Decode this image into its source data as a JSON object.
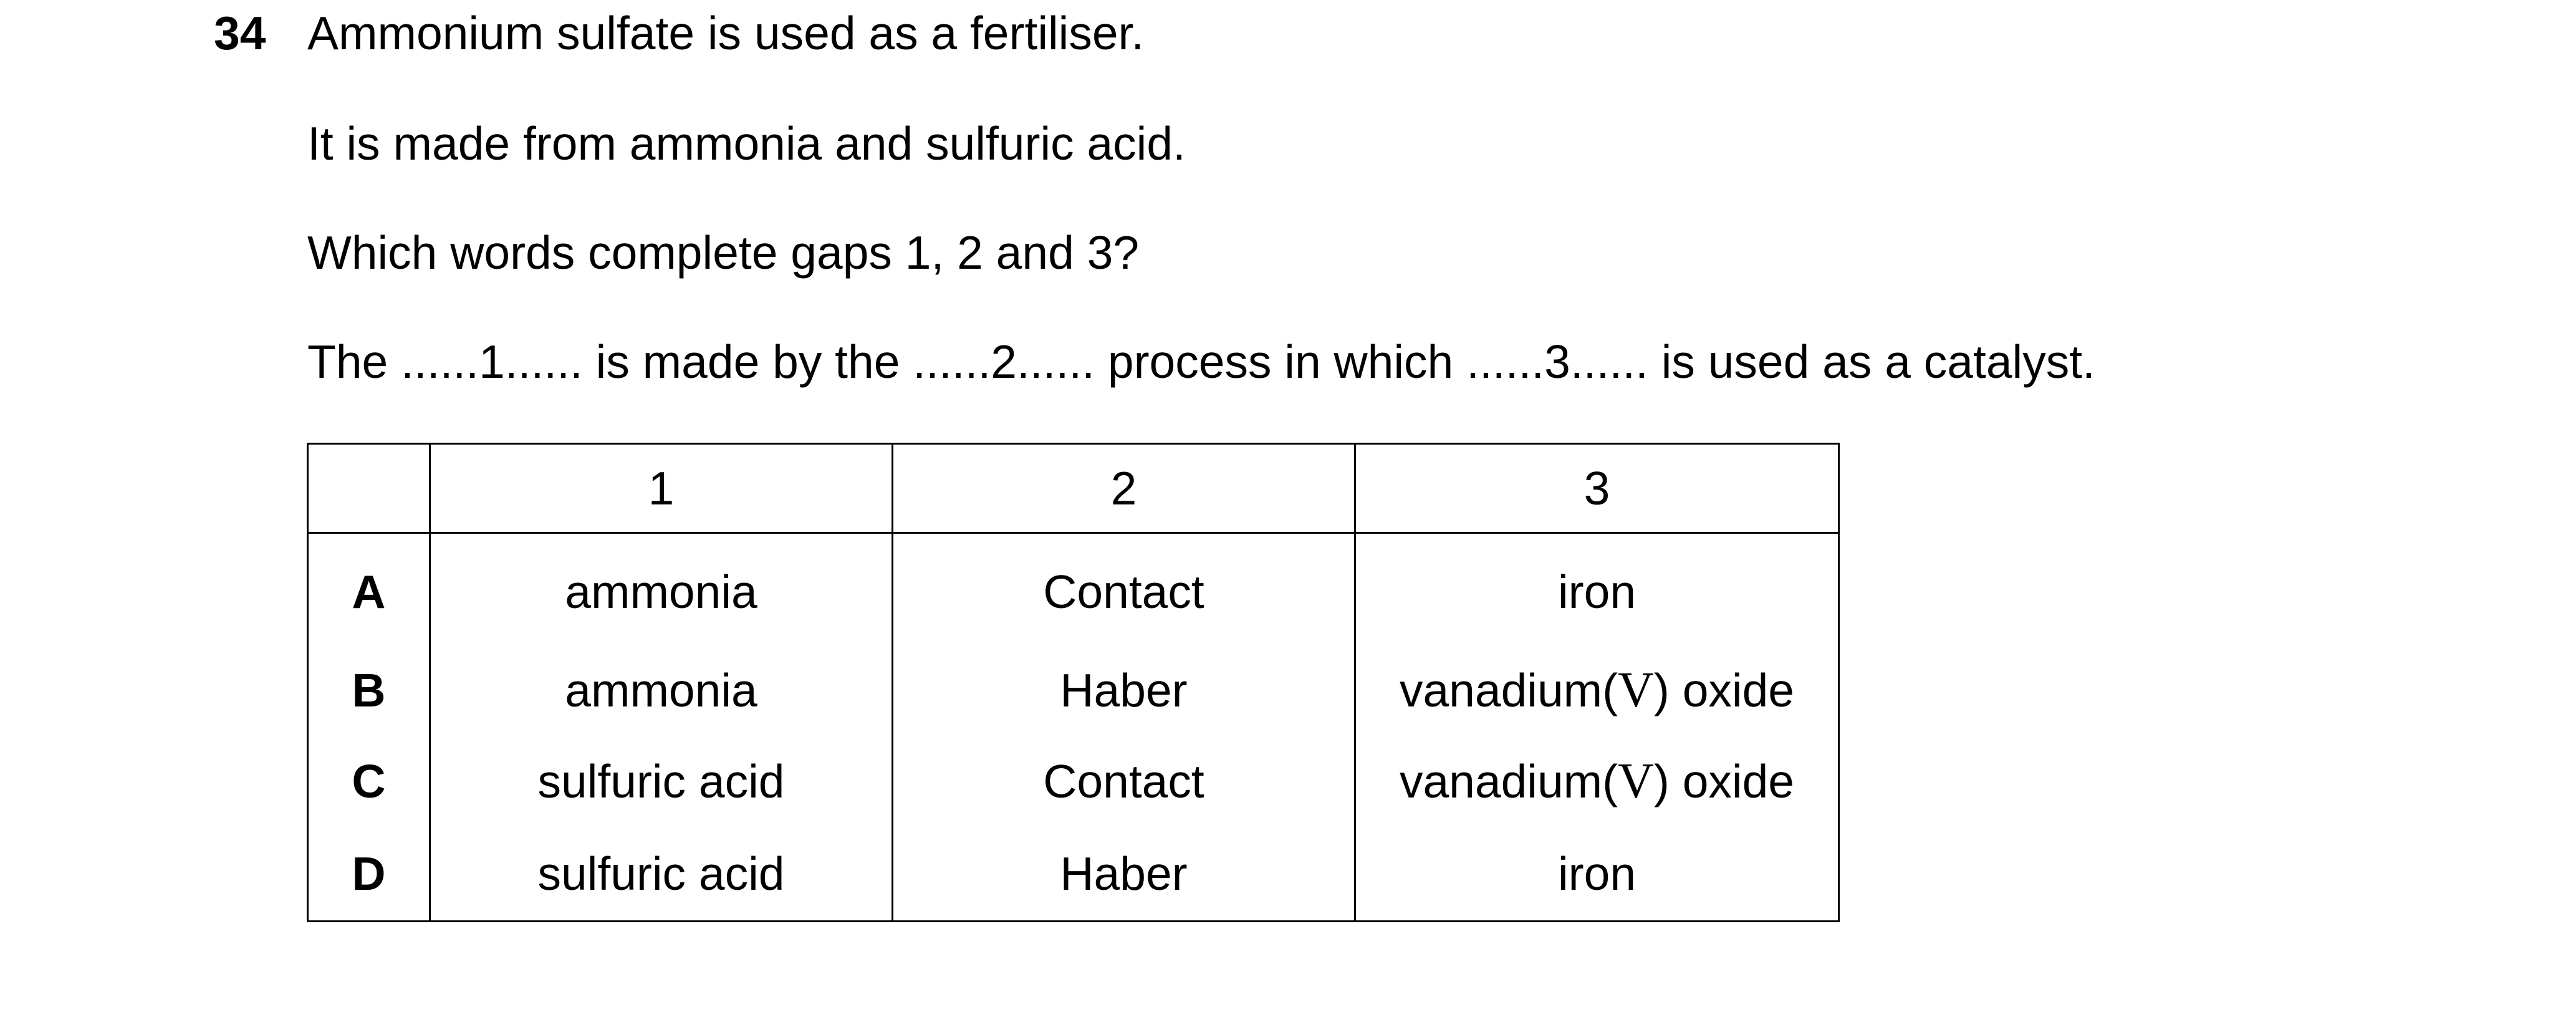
{
  "question": {
    "number": "34",
    "line1": "Ammonium sulfate is used as a fertiliser.",
    "line2": "It is made from ammonia and sulfuric acid.",
    "line3": "Which words complete gaps 1, 2 and 3?",
    "line4": "The ......1...... is made by the ......2...... process in which ......3...... is used as a catalyst."
  },
  "table": {
    "headers": [
      "",
      "1",
      "2",
      "3"
    ],
    "rows": [
      {
        "letter": "A",
        "col1": "ammonia",
        "col2": "Contact",
        "col3_pre": "iron",
        "col3_sym": "",
        "col3_post": ""
      },
      {
        "letter": "B",
        "col1": "ammonia",
        "col2": "Haber",
        "col3_pre": "vanadium(",
        "col3_sym": "V",
        "col3_post": ") oxide"
      },
      {
        "letter": "C",
        "col1": "sulfuric acid",
        "col2": "Contact",
        "col3_pre": "vanadium(",
        "col3_sym": "V",
        "col3_post": ") oxide"
      },
      {
        "letter": "D",
        "col1": "sulfuric acid",
        "col2": "Haber",
        "col3_pre": "iron",
        "col3_sym": "",
        "col3_post": ""
      }
    ]
  }
}
